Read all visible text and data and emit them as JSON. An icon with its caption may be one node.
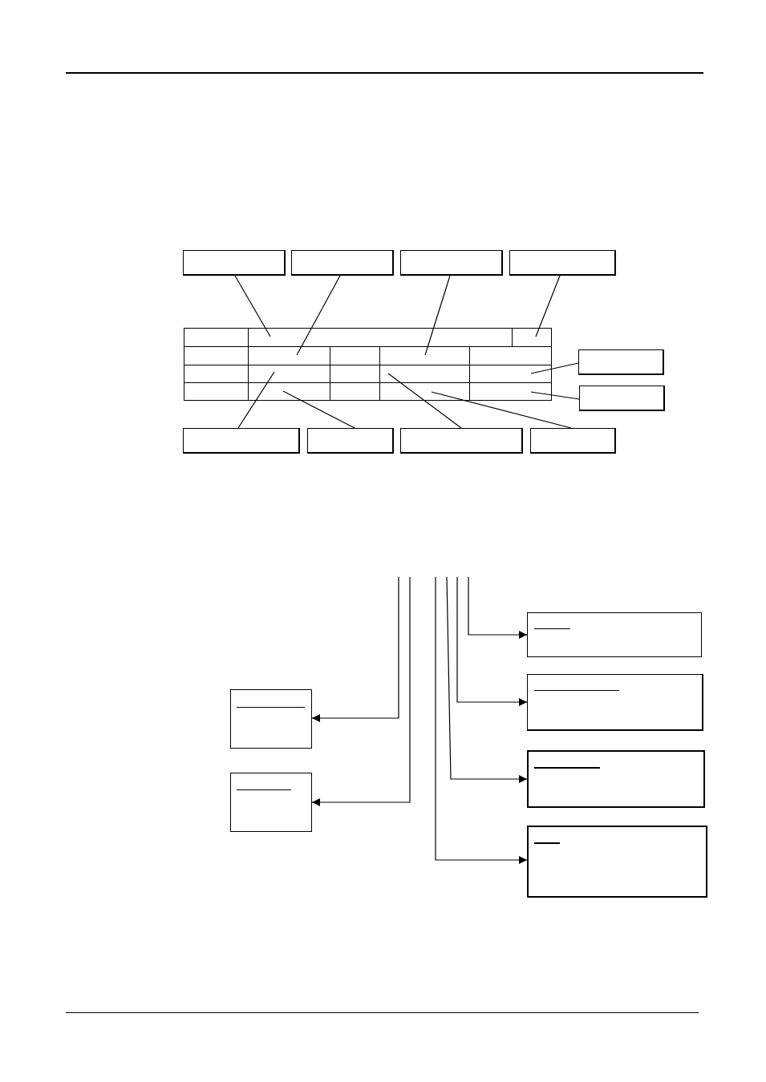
{
  "diagram": {
    "nodes": [
      {
        "text": [],
        "shape": "box"
      },
      {
        "text": [],
        "shape": "box"
      },
      {
        "text": [],
        "shape": "box"
      },
      {
        "text": [],
        "shape": "box"
      },
      {
        "text": [],
        "shape": "table"
      },
      {
        "text": [],
        "shape": "box",
        "in": 4
      },
      {
        "text": [],
        "shape": "box",
        "in": 4
      },
      {
        "text": [],
        "shape": "box",
        "in": 4
      },
      {
        "text": [],
        "shape": "box",
        "in": 4
      },
      {
        "text": [],
        "shape": "box",
        "in": 4
      },
      {
        "text": [],
        "shape": "box",
        "in": 4
      },
      {
        "text": [],
        "shape": "box",
        "in": 4
      },
      {
        "text": [],
        "shape": "box",
        "in": 4
      },
      {
        "text": [],
        "shape": "box",
        "in": 4
      },
      {
        "text": [],
        "shape": "box",
        "in": 4
      },
      {
        "text": [],
        "shape": "box",
        "in": 4
      },
      {
        "text": [],
        "shape": "box",
        "in": 4
      },
      {
        "text": [],
        "shape": "box",
        "in": 4
      },
      {
        "text": [],
        "shape": "box",
        "in": 4
      },
      {
        "text": [],
        "shape": "box",
        "in": 4
      },
      {
        "text": [],
        "shape": "box",
        "in": 4
      },
      {
        "text": [],
        "shape": "box",
        "in": 4
      },
      {
        "text": [],
        "shape": "box",
        "in": 4
      },
      {
        "text": [],
        "shape": "box"
      },
      {
        "text": [],
        "shape": "box"
      },
      {
        "text": [],
        "shape": "box"
      },
      {
        "text": [],
        "shape": "box"
      },
      {
        "text": [],
        "shape": "box"
      },
      {
        "text": [],
        "shape": "box"
      },
      {
        "text": [],
        "shape": "box"
      },
      {
        "text": [],
        "shape": "box"
      },
      {
        "text": [],
        "shape": "box"
      },
      {
        "text": [],
        "shape": "box"
      },
      {
        "text": [],
        "shape": "box"
      },
      {
        "text": [],
        "shape": "box"
      }
    ],
    "edges": [
      {
        "from": 0,
        "to": 6,
        "arrow": "none"
      },
      {
        "from": 1,
        "to": 9,
        "arrow": "none"
      },
      {
        "from": 2,
        "to": 11,
        "arrow": "none"
      },
      {
        "from": 3,
        "to": 7,
        "arrow": "none"
      },
      {
        "from": 23,
        "to": 17,
        "arrow": "none"
      },
      {
        "from": 24,
        "to": 22,
        "arrow": "none"
      },
      {
        "from": 25,
        "to": 14,
        "arrow": "none"
      },
      {
        "from": 26,
        "to": 19,
        "arrow": "none"
      },
      {
        "from": 27,
        "to": 16,
        "arrow": "none"
      },
      {
        "from": 28,
        "to": 21,
        "arrow": "none"
      },
      {
        "from": null,
        "to": 29,
        "arrow": "to"
      },
      {
        "from": null,
        "to": 30,
        "arrow": "to"
      },
      {
        "from": null,
        "to": 31,
        "arrow": "to"
      },
      {
        "from": null,
        "to": 32,
        "arrow": "to"
      },
      {
        "from": null,
        "to": 33,
        "arrow": "to"
      },
      {
        "from": null,
        "to": 34,
        "arrow": "to"
      }
    ]
  }
}
